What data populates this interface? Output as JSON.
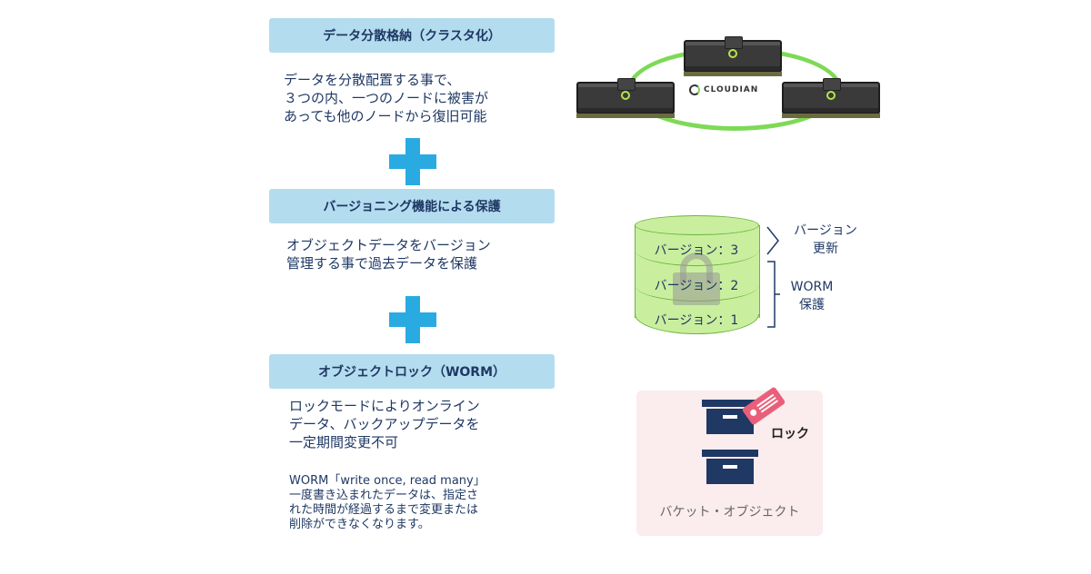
{
  "sections": [
    {
      "title": "データ分散格納（クラスタ化）",
      "lines": [
        "データを分散配置する事で、",
        "３つの内、一つのノードに被害が",
        "あっても他のノードから復旧可能"
      ]
    },
    {
      "title": "バージョニング機能による保護",
      "lines": [
        "オブジェクトデータをバージョン",
        "管理する事で過去データを保護"
      ]
    },
    {
      "title": "オブジェクトロック（WORM）",
      "lines": [
        "ロックモードによりオンライン",
        "データ、バックアップデータを",
        "一定期間変更不可"
      ]
    }
  ],
  "worm_note": [
    "WORM「write once, read many」",
    "一度書き込まれたデータは、指定さ",
    "れた時間が経過するまで変更または",
    "削除ができなくなります。"
  ],
  "cluster": {
    "logo_text": "CLOUDIAN"
  },
  "versions": [
    "バージョン：3",
    "バージョン：2",
    "バージョン：1"
  ],
  "version_update_label": [
    "バージョン",
    "更新"
  ],
  "worm_protect_label": [
    "WORM",
    "保護"
  ],
  "bucket": {
    "lock_label": "ロック",
    "label": "バケット・オブジェクト"
  },
  "colors": {
    "header_bg": "#b4dcef",
    "plus": "#29abe2",
    "cylinder": "#c9ef9e",
    "ring": "#7ed957",
    "box": "#1f3864",
    "tag": "#e95f7a",
    "bucket_bg": "#fbecee"
  }
}
